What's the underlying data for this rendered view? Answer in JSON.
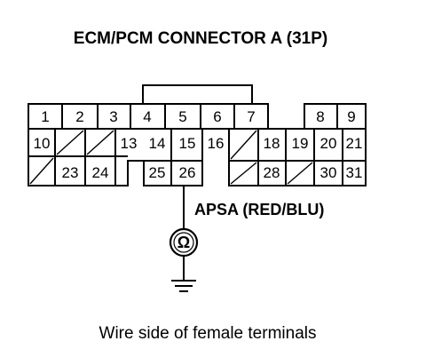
{
  "diagram": {
    "title": "ECM/PCM CONNECTOR A (31P)",
    "terminals": [
      "1",
      "2",
      "3",
      "4",
      "5",
      "6",
      "7",
      "8",
      "9",
      "10",
      "13",
      "14",
      "15",
      "16",
      "18",
      "19",
      "20",
      "21",
      "23",
      "24",
      "25",
      "26",
      "28",
      "30",
      "31"
    ],
    "signal_label": "APSA (RED/BLU)",
    "meter_symbol": "Ω",
    "caption": "Wire side of female terminals"
  }
}
